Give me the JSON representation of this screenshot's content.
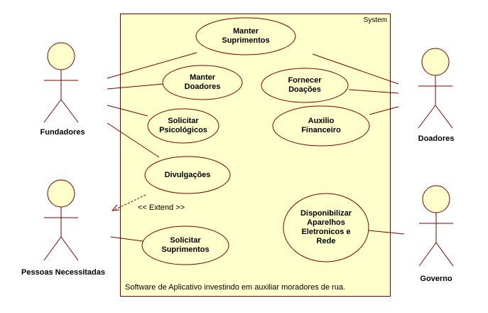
{
  "system": {
    "label": "System",
    "note": "Software de Aplicativo investindo em auxiliar moradores de rua."
  },
  "actors": {
    "fundadores": "Fundadores",
    "pessoas": "Pessoas Necessitadas",
    "doadores": "Doadores",
    "governo": "Governo"
  },
  "use_cases": {
    "manter_suprimentos": "Manter\nSuprimentos",
    "manter_doadores": "Manter\nDoadores",
    "fornecer_doacoes": "Fornecer\nDoações",
    "solicitar_psicologicos": "Solicitar\nPsicológicos",
    "auxilio_financeiro": "Auxilio\nFinanceiro",
    "divulgacoes": "Divulgações",
    "disponibilizar": "Disponibilizar\nAparelhos\nEletronicos e\nRede",
    "solicitar_suprimentos": "Solicitar\nSuprimentos"
  },
  "relations": {
    "extend_label": "<< Extend >>"
  },
  "colors": {
    "border": "#800000",
    "fill": "#ffffcc",
    "text": "#000000"
  }
}
